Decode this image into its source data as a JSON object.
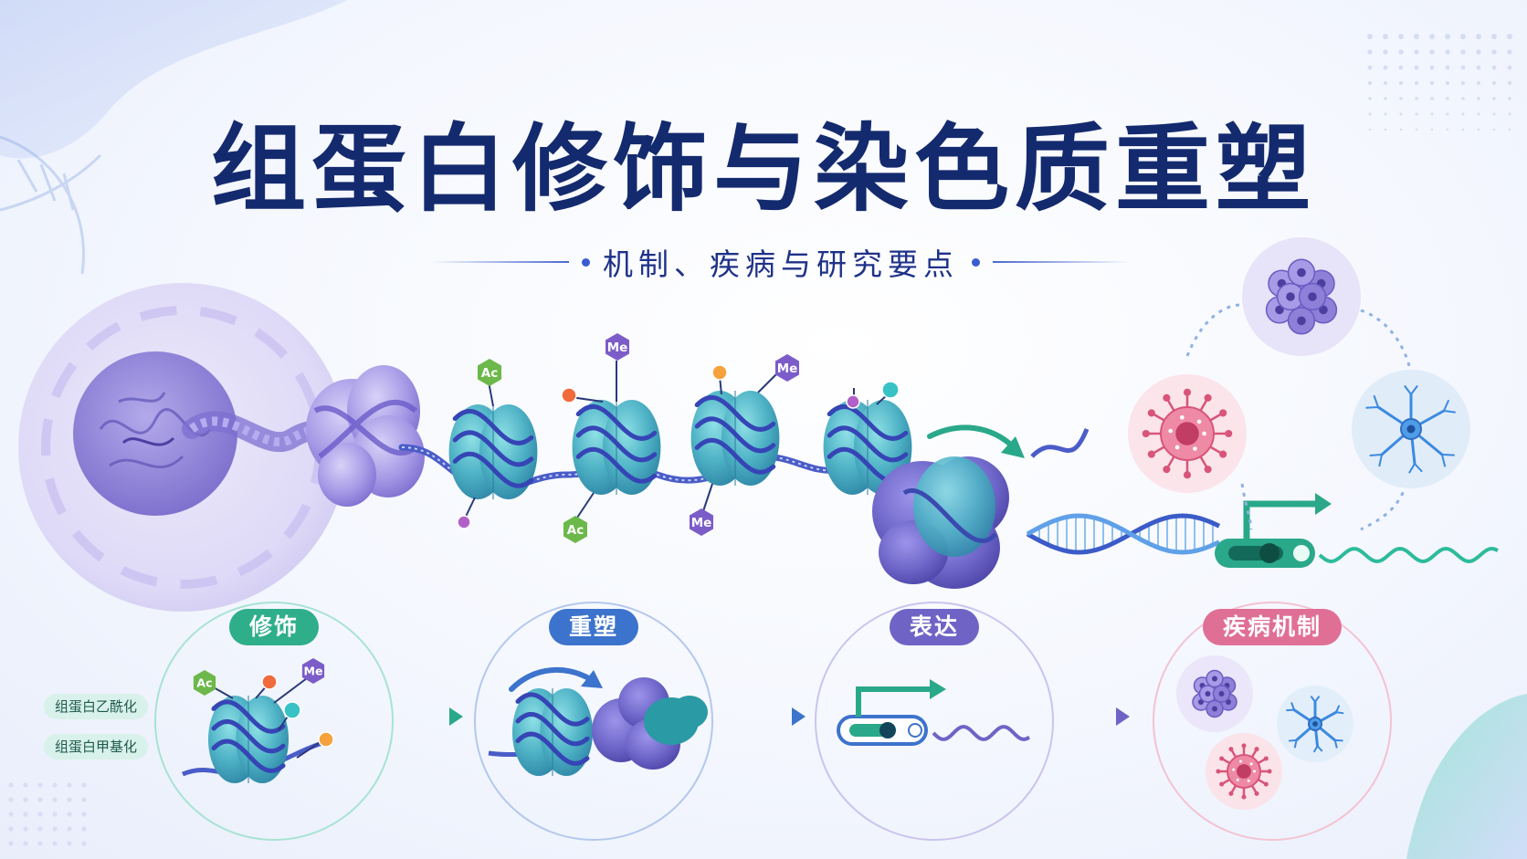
{
  "title": "组蛋白修饰与染色质重塑",
  "subtitle": "机制、疾病与研究要点",
  "marks": {
    "acetyl": "Ac",
    "methyl": "Me"
  },
  "stages": [
    {
      "label": "修饰",
      "color": "#2fae8a"
    },
    {
      "label": "重塑",
      "color": "#3c73cc"
    },
    {
      "label": "表达",
      "color": "#7063c6"
    },
    {
      "label": "疾病机制",
      "color": "#e06f95"
    }
  ],
  "side_tags": [
    "组蛋白乙酰化",
    "组蛋白甲基化"
  ],
  "colors": {
    "title": "#142a6e",
    "nucleosome": "#4fb3c6",
    "remodeler": "#6e67c9",
    "dna": "#4a5cc8",
    "acetyl": "#6cb84a",
    "methyl": "#7b5cc8",
    "mrna": "#2dbb9c"
  }
}
